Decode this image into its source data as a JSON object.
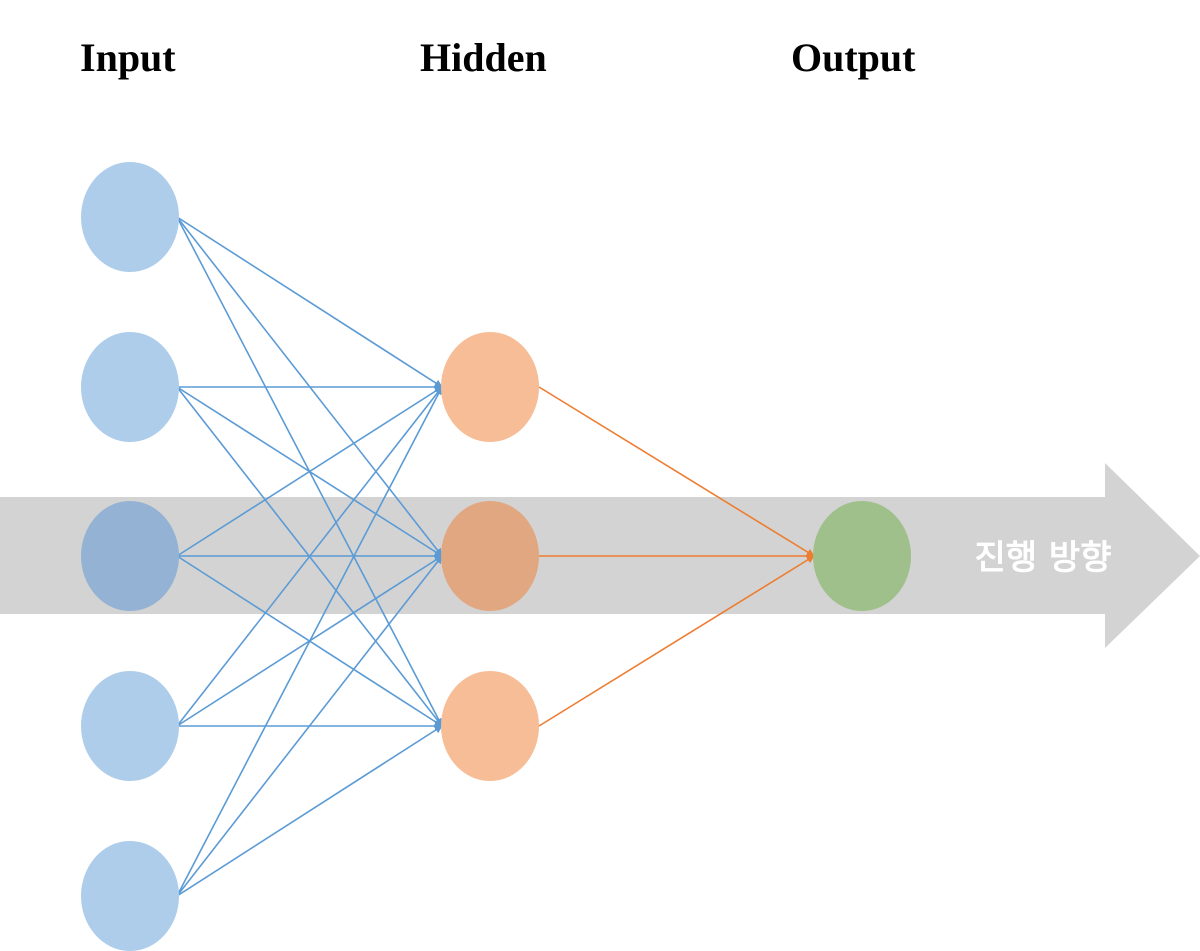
{
  "layers": {
    "input": {
      "title": "Input",
      "count": 5
    },
    "hidden": {
      "title": "Hidden",
      "count": 3
    },
    "output": {
      "title": "Output",
      "count": 1
    }
  },
  "direction_arrow": {
    "label": "진행 방향",
    "color": "#d3d3d3"
  },
  "colors": {
    "input_node": "#aecdeb",
    "input_node_highlight": "#94b3d4",
    "hidden_node": "#f6bd97",
    "hidden_node_highlight": "#e1a780",
    "output_node": "#9fc08a",
    "input_hidden_edge": "#5b9bd5",
    "hidden_output_edge": "#ed7d31"
  },
  "edges": {
    "input_to_hidden": "fully-connected",
    "hidden_to_output": "fully-connected"
  }
}
